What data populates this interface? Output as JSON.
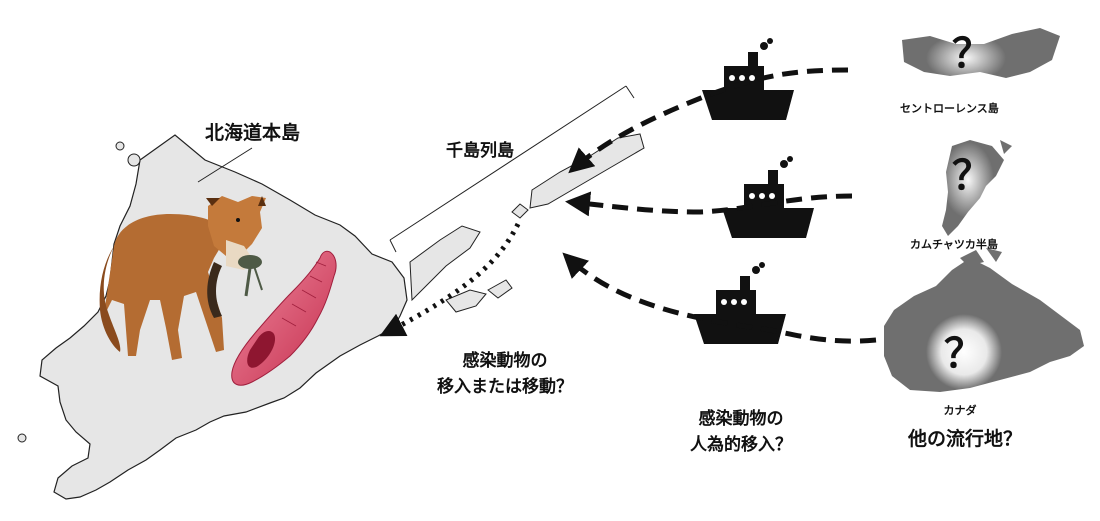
{
  "labels": {
    "hokkaido": "北海道本島",
    "kuril": "千島列島",
    "infected_move": "感染動物の\n移入または移動？",
    "human_intro": "感染動物の\n人為的移入？",
    "st_lawrence": "セントローレンス島",
    "kamchatka": "カムチャツカ半島",
    "canada": "カナダ",
    "other_endemic": "他の流行地？"
  },
  "question_mark": "？",
  "figures": {
    "animal": "red-fox-with-prey",
    "parasite": "tapeworm",
    "ships": [
      "ship-icon",
      "ship-icon",
      "ship-icon"
    ]
  },
  "colors": {
    "land": "#e6e6e6",
    "source_land": "#6f6f6f",
    "arrow": "#111111",
    "worm": "#d9435f"
  }
}
